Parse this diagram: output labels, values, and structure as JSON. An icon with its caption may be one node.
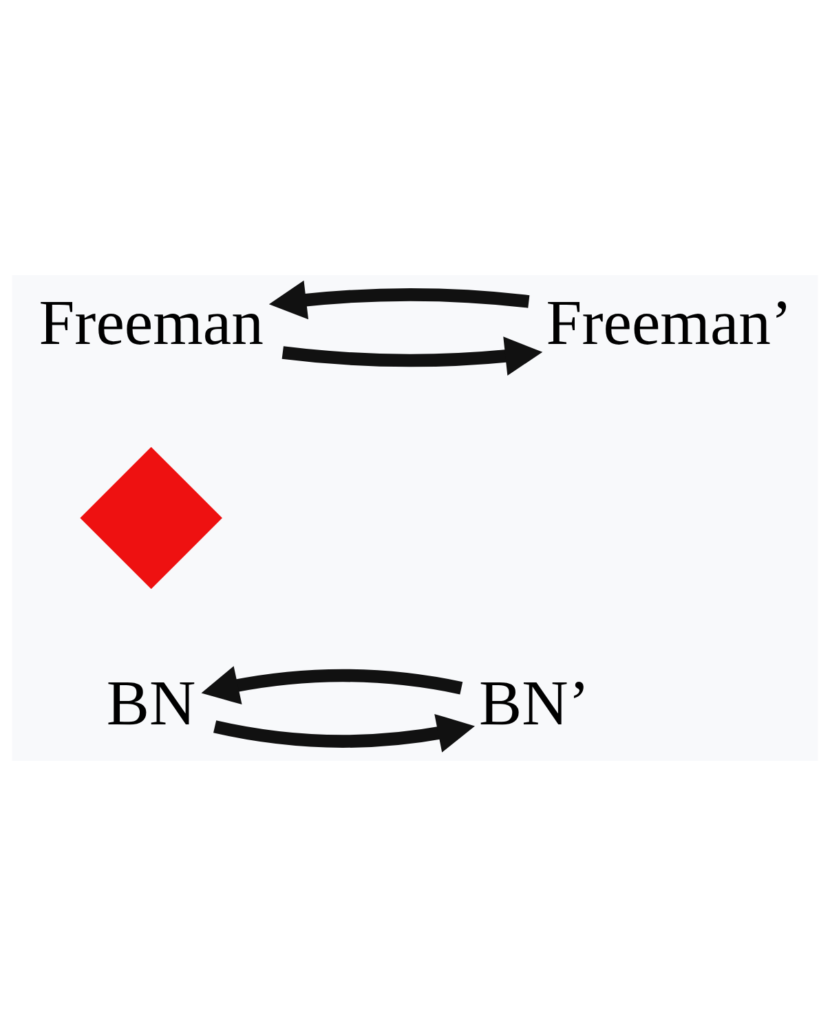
{
  "diagram": {
    "nodes": [
      {
        "text": [
          "Freeman"
        ]
      },
      {
        "text": [
          "Freeman’"
        ]
      },
      {
        "text": [],
        "shape": "cross"
      },
      {
        "text": [
          "BN"
        ]
      },
      {
        "text": [
          "BN’"
        ]
      }
    ],
    "edges": [
      {
        "from": 0,
        "to": 1,
        "arrow": "to"
      },
      {
        "from": 1,
        "to": 0,
        "arrow": "to"
      },
      {
        "from": 3,
        "to": 4,
        "arrow": "to"
      },
      {
        "from": 4,
        "to": 3,
        "arrow": "to"
      }
    ]
  }
}
